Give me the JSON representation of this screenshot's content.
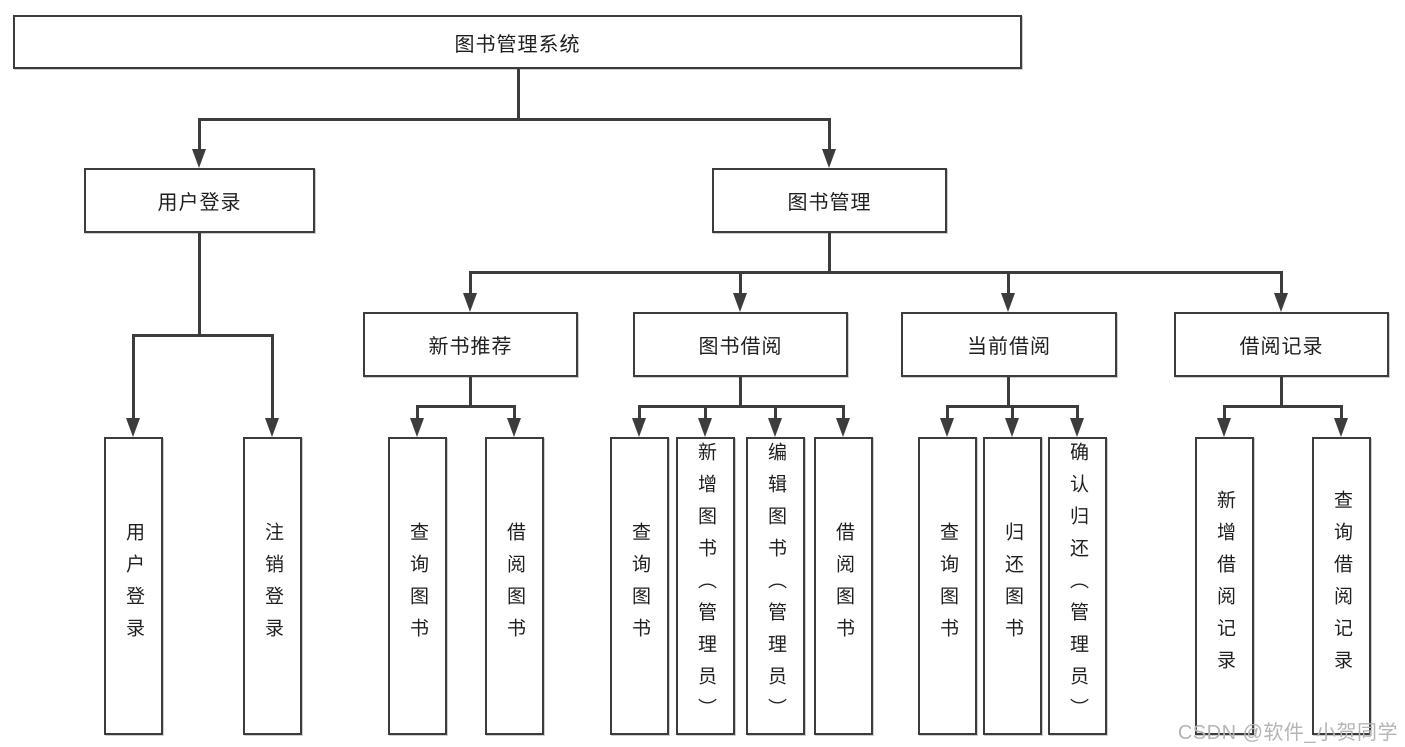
{
  "tree": {
    "root": "图书管理系统",
    "level1": [
      "用户登录",
      "图书管理"
    ],
    "level2": [
      "新书推荐",
      "图书借阅",
      "当前借阅",
      "借阅记录"
    ],
    "leaves": {
      "login": [
        "用户登录",
        "注销登录"
      ],
      "recommend": [
        "查询图书",
        "借阅图书"
      ],
      "borrow": [
        "查询图书",
        "新增图书（管理员）",
        "编辑图书（管理员）",
        "借阅图书"
      ],
      "current": [
        "查询图书",
        "归还图书",
        "确认归还（管理员）"
      ],
      "records": [
        "新增借阅记录",
        "查询借阅记录"
      ]
    }
  },
  "watermark": "CSDN @软件_小贺同学",
  "colors": {
    "line": "#3c3c3c",
    "text": "#1f1f1f",
    "watermark": "#b5b5b5",
    "background": "#ffffff"
  }
}
